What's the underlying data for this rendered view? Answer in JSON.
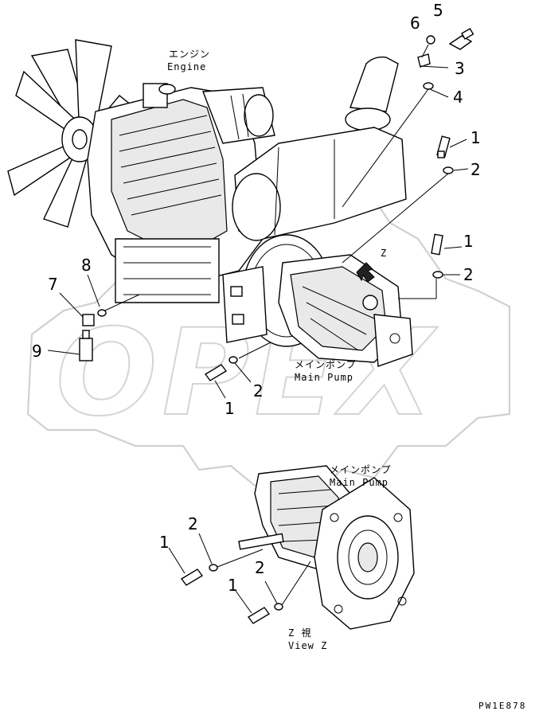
{
  "labels": {
    "engine_jp": "エンジン",
    "engine_en": "Engine",
    "pump_jp": "メインポンプ",
    "pump_en": "Main Pump",
    "pump2_jp": "メインポンプ",
    "pump2_en": "Main Pump",
    "z_marker": "Z",
    "viewz_jp": "Z 視",
    "viewz_en": "View Z",
    "drawing_code": "PW1E878"
  },
  "callouts": {
    "c1a": "1",
    "c1b": "1",
    "c1c": "1",
    "c1d": "1",
    "c1e": "1",
    "c2a": "2",
    "c2b": "2",
    "c2c": "2",
    "c2d": "2",
    "c2e": "2",
    "c3": "3",
    "c4": "4",
    "c5": "5",
    "c6": "6",
    "c7": "7",
    "c8": "8",
    "c9": "9"
  },
  "watermark": "OPEX"
}
